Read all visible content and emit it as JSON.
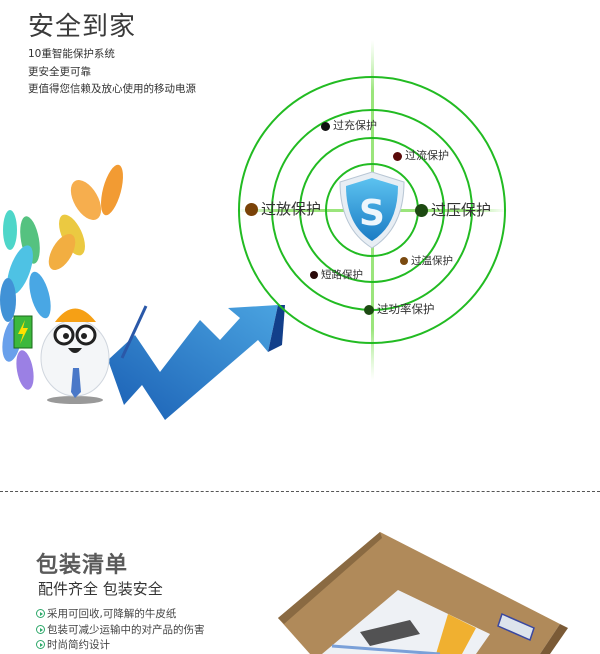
{
  "header": {
    "title": "安全到家",
    "lines": [
      "10重智能保护系统",
      "更安全更可靠",
      "更值得您信赖及放心使用的移动电源"
    ]
  },
  "protection_diagram": {
    "center_icon": "shield-s-icon",
    "ring_color": "#22bb22",
    "labels": [
      {
        "text": "过充保护",
        "dot_color": "#111111"
      },
      {
        "text": "过流保护",
        "dot_color": "#5a0a0a"
      },
      {
        "text": "过放保护",
        "dot_color": "#7a4208"
      },
      {
        "text": "过压保护",
        "dot_color": "#1d4a12"
      },
      {
        "text": "过温保护",
        "dot_color": "#7a4a10"
      },
      {
        "text": "短路保护",
        "dot_color": "#2a0a0a"
      },
      {
        "text": "过功率保护",
        "dot_color": "#1d4a12"
      }
    ]
  },
  "illustration": {
    "description": "mascot-with-battery-and-rising-arrow"
  },
  "packaging": {
    "title": "包装清单",
    "subtitle": "配件齐全  包装安全",
    "items": [
      "采用可回收,可降解的牛皮纸",
      "包装可减少运输中的对产品的伤害",
      "时尚简约设计"
    ],
    "accent_color": "#2ea86a"
  }
}
